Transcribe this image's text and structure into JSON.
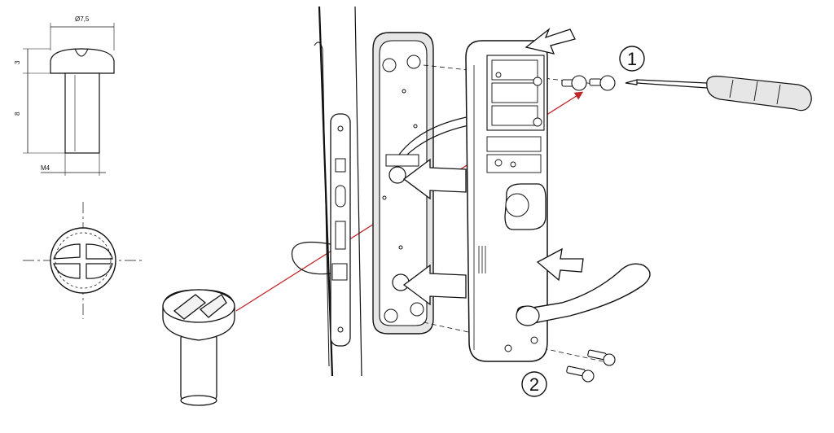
{
  "dimensions": {
    "head_diameter": "Ø7,5",
    "head_height": "3",
    "shank_length": "8",
    "thread": "M4"
  },
  "steps": {
    "step_1": "1",
    "step_2": "2"
  },
  "colors": {
    "line": "#111111",
    "pointer": "#c0262b",
    "fill": "#ffffff",
    "shade": "#e6e6e6"
  },
  "icons": [
    "screw-detail-icon",
    "screwdriver-icon",
    "arrow-icon"
  ]
}
